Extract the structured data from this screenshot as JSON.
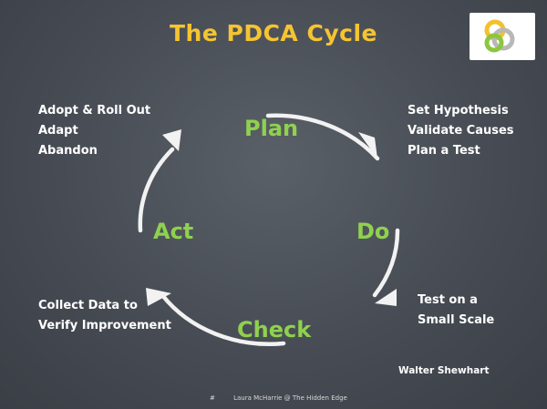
{
  "title": "The PDCA Cycle",
  "stages": {
    "plan": "Plan",
    "do": "Do",
    "check": "Check",
    "act": "Act"
  },
  "notes": {
    "act_top": [
      "Adopt & Roll Out",
      "Adapt",
      "Abandon"
    ],
    "plan_right": [
      "Set Hypothesis",
      "Validate Causes",
      "Plan a Test"
    ],
    "do_right": [
      "Test on a",
      "Small Scale"
    ],
    "check_left": [
      "Collect Data to",
      "Verify Improvement"
    ]
  },
  "author": "Walter Shewhart",
  "footer": {
    "page_number": "#",
    "credit": "Laura McHarrie @ The Hidden Edge"
  },
  "colors": {
    "title": "#f5c431",
    "stage": "#8fd14f",
    "logo_yellow": "#f2c12e",
    "logo_green": "#8cc63f",
    "logo_gray": "#b8b8b8"
  }
}
